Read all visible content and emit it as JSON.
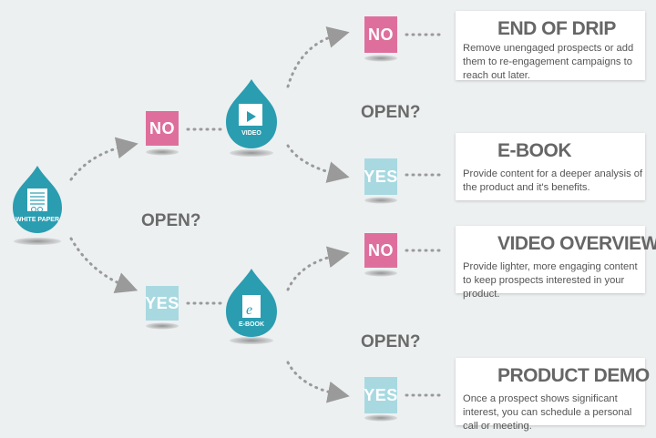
{
  "decisions": {
    "open_1": "OPEN?",
    "open_2": "OPEN?",
    "open_3": "OPEN?"
  },
  "boxes": {
    "no": "NO",
    "yes": "YES"
  },
  "drops": {
    "white_paper": "WHITE PAPER",
    "video": "VIDEO",
    "ebook": "E-BOOK"
  },
  "cards": [
    {
      "title": "END OF DRIP",
      "icon": "envelope-x-icon",
      "desc": "Remove unengaged prospects or add them to re-engagement campaigns to reach out later."
    },
    {
      "title": "E-BOOK",
      "icon": "ebook-icon",
      "desc": "Provide content for a deeper analysis of the product and it's benefits."
    },
    {
      "title": "VIDEO OVERVIEW",
      "icon": "video-clapper-icon",
      "desc": "Provide lighter, more engaging content to keep prospects interested in your product."
    },
    {
      "title": "PRODUCT DEMO",
      "icon": "demo-gears-icon",
      "desc": "Once a prospect shows significant interest, you can schedule a personal call or meeting."
    }
  ],
  "colors": {
    "teal": "#2a9db1",
    "pink": "#de6f9d",
    "light_blue": "#a8d9e1",
    "gray": "#6a6a6a"
  }
}
